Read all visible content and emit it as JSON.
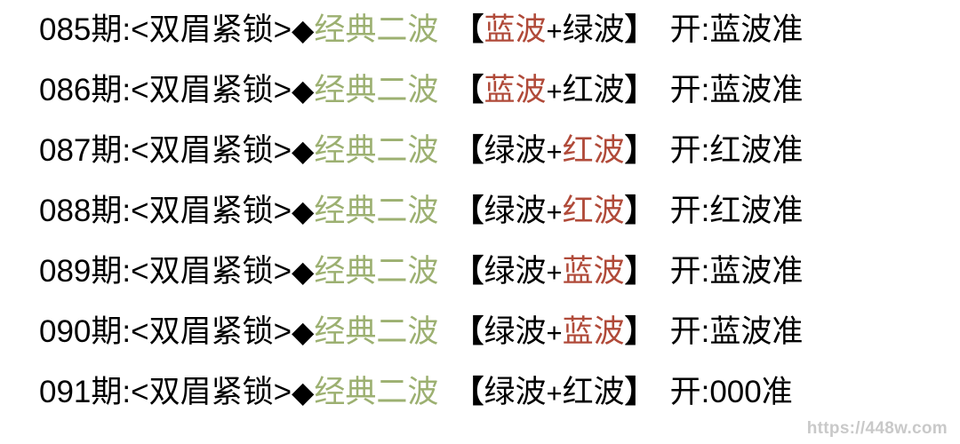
{
  "page": {
    "background_color": "#ffffff",
    "text_color": "#000000",
    "accent_green": "#9cb071",
    "accent_red": "#b04a39",
    "watermark_color": "#c9c9c9"
  },
  "watermark": {
    "text": "https://448w.com"
  },
  "common": {
    "title": "期:<双眉紧锁>",
    "diamond": "◆",
    "label": "经典二波",
    "bracket_open": "【",
    "bracket_close": "】",
    "plus": "+",
    "result_prefix": "开:",
    "result_suffix": "准"
  },
  "rows": [
    {
      "issue": "085",
      "title": "期:<双眉紧锁>",
      "diamond": "◆",
      "label": "经典二波",
      "bracket_open": "【",
      "wave1": "蓝波",
      "wave1_color": "red",
      "plus": "+",
      "wave2": "绿波",
      "wave2_color": "black",
      "bracket_close": "】",
      "result": "开:蓝波准"
    },
    {
      "issue": "086",
      "title": "期:<双眉紧锁>",
      "diamond": "◆",
      "label": "经典二波",
      "bracket_open": "【",
      "wave1": "蓝波",
      "wave1_color": "red",
      "plus": "+",
      "wave2": "红波",
      "wave2_color": "black",
      "bracket_close": "】",
      "result": "开:蓝波准"
    },
    {
      "issue": "087",
      "title": "期:<双眉紧锁>",
      "diamond": "◆",
      "label": "经典二波",
      "bracket_open": "【",
      "wave1": "绿波",
      "wave1_color": "black",
      "plus": "+",
      "wave2": "红波",
      "wave2_color": "red",
      "bracket_close": "】",
      "result": "开:红波准"
    },
    {
      "issue": "088",
      "title": "期:<双眉紧锁>",
      "diamond": "◆",
      "label": "经典二波",
      "bracket_open": "【",
      "wave1": "绿波",
      "wave1_color": "black",
      "plus": "+",
      "wave2": "红波",
      "wave2_color": "red",
      "bracket_close": "】",
      "result": "开:红波准"
    },
    {
      "issue": "089",
      "title": "期:<双眉紧锁>",
      "diamond": "◆",
      "label": "经典二波",
      "bracket_open": "【",
      "wave1": "绿波",
      "wave1_color": "black",
      "plus": "+",
      "wave2": "蓝波",
      "wave2_color": "red",
      "bracket_close": "】",
      "result": "开:蓝波准"
    },
    {
      "issue": "090",
      "title": "期:<双眉紧锁>",
      "diamond": "◆",
      "label": "经典二波",
      "bracket_open": "【",
      "wave1": "绿波",
      "wave1_color": "black",
      "plus": "+",
      "wave2": "蓝波",
      "wave2_color": "red",
      "bracket_close": "】",
      "result": "开:蓝波准"
    },
    {
      "issue": "091",
      "title": "期:<双眉紧锁>",
      "diamond": "◆",
      "label": "经典二波",
      "bracket_open": "【",
      "wave1": "绿波",
      "wave1_color": "black",
      "plus": "+",
      "wave2": "红波",
      "wave2_color": "black",
      "bracket_close": "】",
      "result": "开:000准"
    }
  ]
}
